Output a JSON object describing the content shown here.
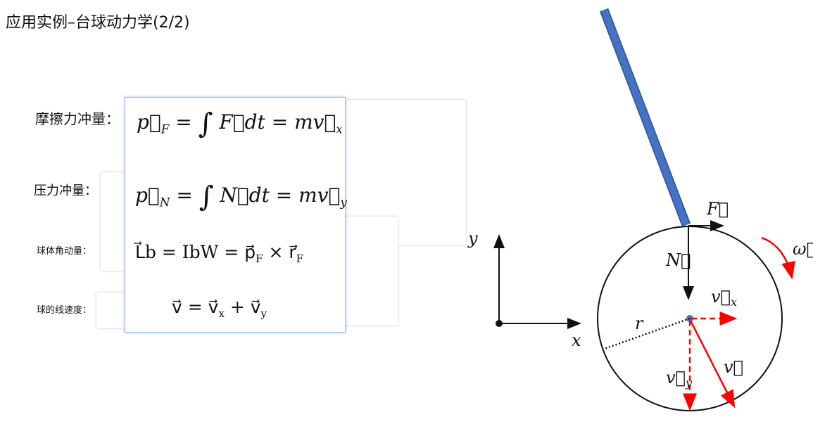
{
  "title": "应用实例–台球动力学(2/2)",
  "labels": {
    "friction": "摩擦力冲量：",
    "pressure": "压力冲量：",
    "angular": "球体角动量：",
    "linear": "球的线速度："
  },
  "formulas": {
    "friction": {
      "lhs": "p⃗",
      "lhs_sub": "F",
      "eq": " = ",
      "int": "∫",
      "rhs": " F⃗dt = mv⃗",
      "rhs_sub": "x"
    },
    "pressure": {
      "lhs": "p⃗",
      "lhs_sub": "N",
      "eq": " = ",
      "int": "∫",
      "rhs": " N⃗dt = mv⃗",
      "rhs_sub": "y"
    },
    "angular": {
      "lhs": "L⃗b",
      "mid": " = IbW = p⃗",
      "sub1": "F",
      "cross": " × r⃗",
      "sub2": "F"
    },
    "linear": {
      "lhs": "v⃗ = v⃗",
      "sub1": "x",
      "plus": " + v⃗",
      "sub2": "y"
    }
  },
  "diagram": {
    "force": "F⃗",
    "normal": "N⃗",
    "omega": "ω⃗",
    "vx": "v⃗",
    "vx_sub": "x",
    "vy": "v⃗",
    "vy_sub": "y",
    "v": "v⃗",
    "r": "r",
    "x_axis": "x",
    "y_axis": "y"
  },
  "colors": {
    "cue": "#4472c4",
    "velocity": "#ff0000"
  }
}
